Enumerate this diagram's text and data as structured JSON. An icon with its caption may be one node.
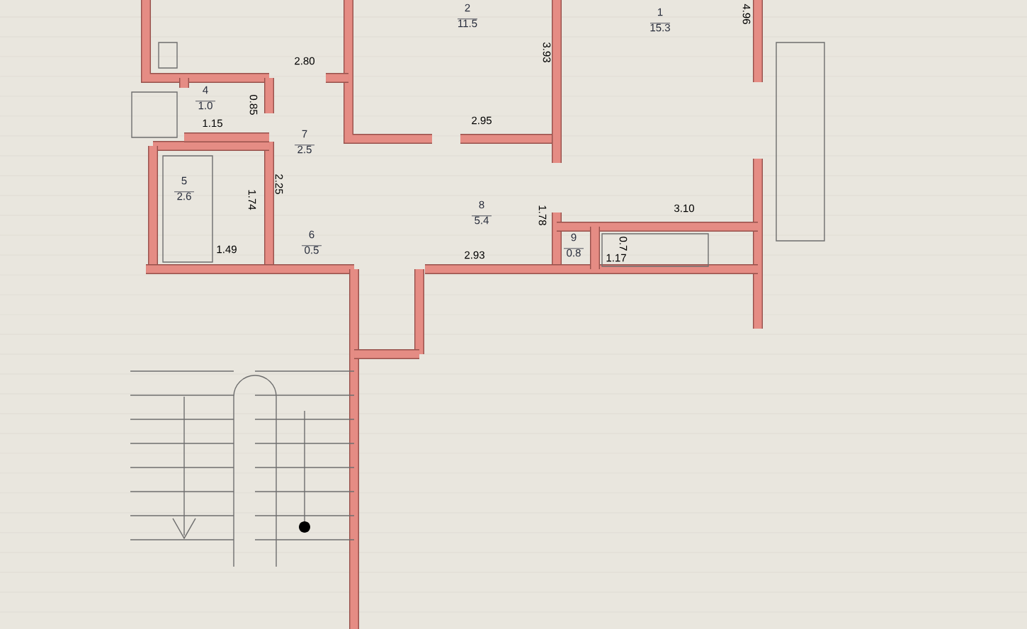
{
  "diagram": {
    "nodes": [
      {
        "text": [
          "2",
          "11.5"
        ]
      },
      {
        "text": [
          "1",
          "15.3"
        ]
      },
      {
        "text": [
          "4",
          "1.0"
        ]
      },
      {
        "text": [
          "7",
          "2.5"
        ]
      },
      {
        "text": [
          "5",
          "2.6"
        ]
      },
      {
        "text": [
          "8",
          "5.4"
        ]
      },
      {
        "text": [
          "6",
          "0.5"
        ]
      },
      {
        "text": [
          "9",
          "0.8"
        ]
      }
    ],
    "labels": [
      "2.80",
      "0.85",
      "1.15",
      "3.93",
      "4.96",
      "2.95",
      "2.25",
      "1.74",
      "1.78",
      "3.10",
      "1.49",
      "2.93",
      "1.17",
      "0.7"
    ]
  }
}
